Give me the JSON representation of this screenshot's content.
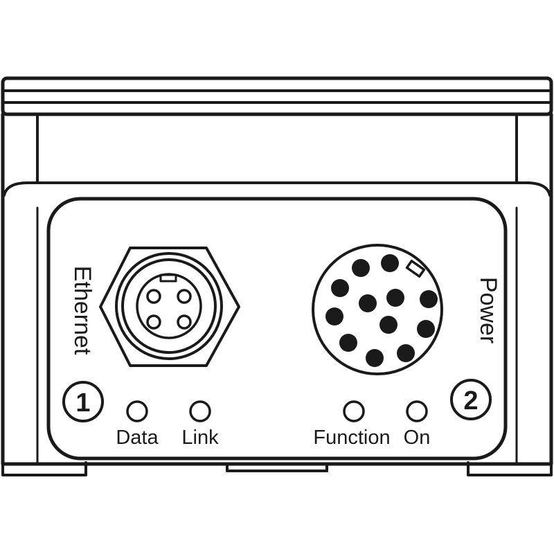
{
  "ports": {
    "ethernet": {
      "label": "Ethernet",
      "number": "1"
    },
    "power": {
      "label": "Power",
      "number": "2"
    }
  },
  "leds": [
    {
      "label": "Data"
    },
    {
      "label": "Link"
    },
    {
      "label": "Function"
    },
    {
      "label": "On"
    }
  ],
  "icons": {
    "ethernet_connector": "m12-4-pin-female-connector-icon",
    "power_connector": "m12-12-pin-connector-icon"
  },
  "colors": {
    "ink": "#1a1a1a",
    "background": "#ffffff"
  }
}
